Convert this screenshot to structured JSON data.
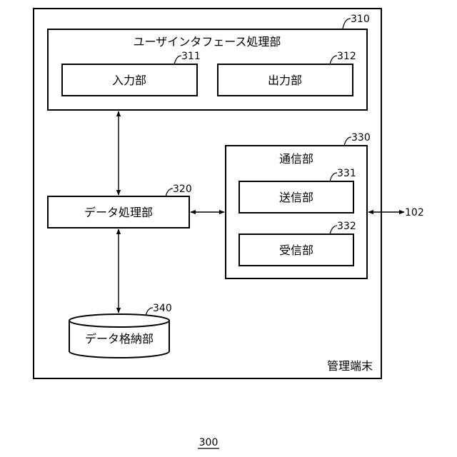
{
  "terminal": {
    "label": "管理端末",
    "ref": "310"
  },
  "ui_processing": {
    "label": "ユーザインタフェース処理部"
  },
  "input_unit": {
    "label": "入力部",
    "ref": "311"
  },
  "output_unit": {
    "label": "出力部",
    "ref": "312"
  },
  "data_processing": {
    "label": "データ処理部",
    "ref": "320"
  },
  "communication": {
    "label": "通信部",
    "ref": "330"
  },
  "transmitter": {
    "label": "送信部",
    "ref": "331"
  },
  "receiver": {
    "label": "受信部",
    "ref": "332"
  },
  "data_storage": {
    "label": "データ格納部",
    "ref": "340"
  },
  "external_link": {
    "ref": "102"
  },
  "figure": {
    "ref": "300"
  }
}
